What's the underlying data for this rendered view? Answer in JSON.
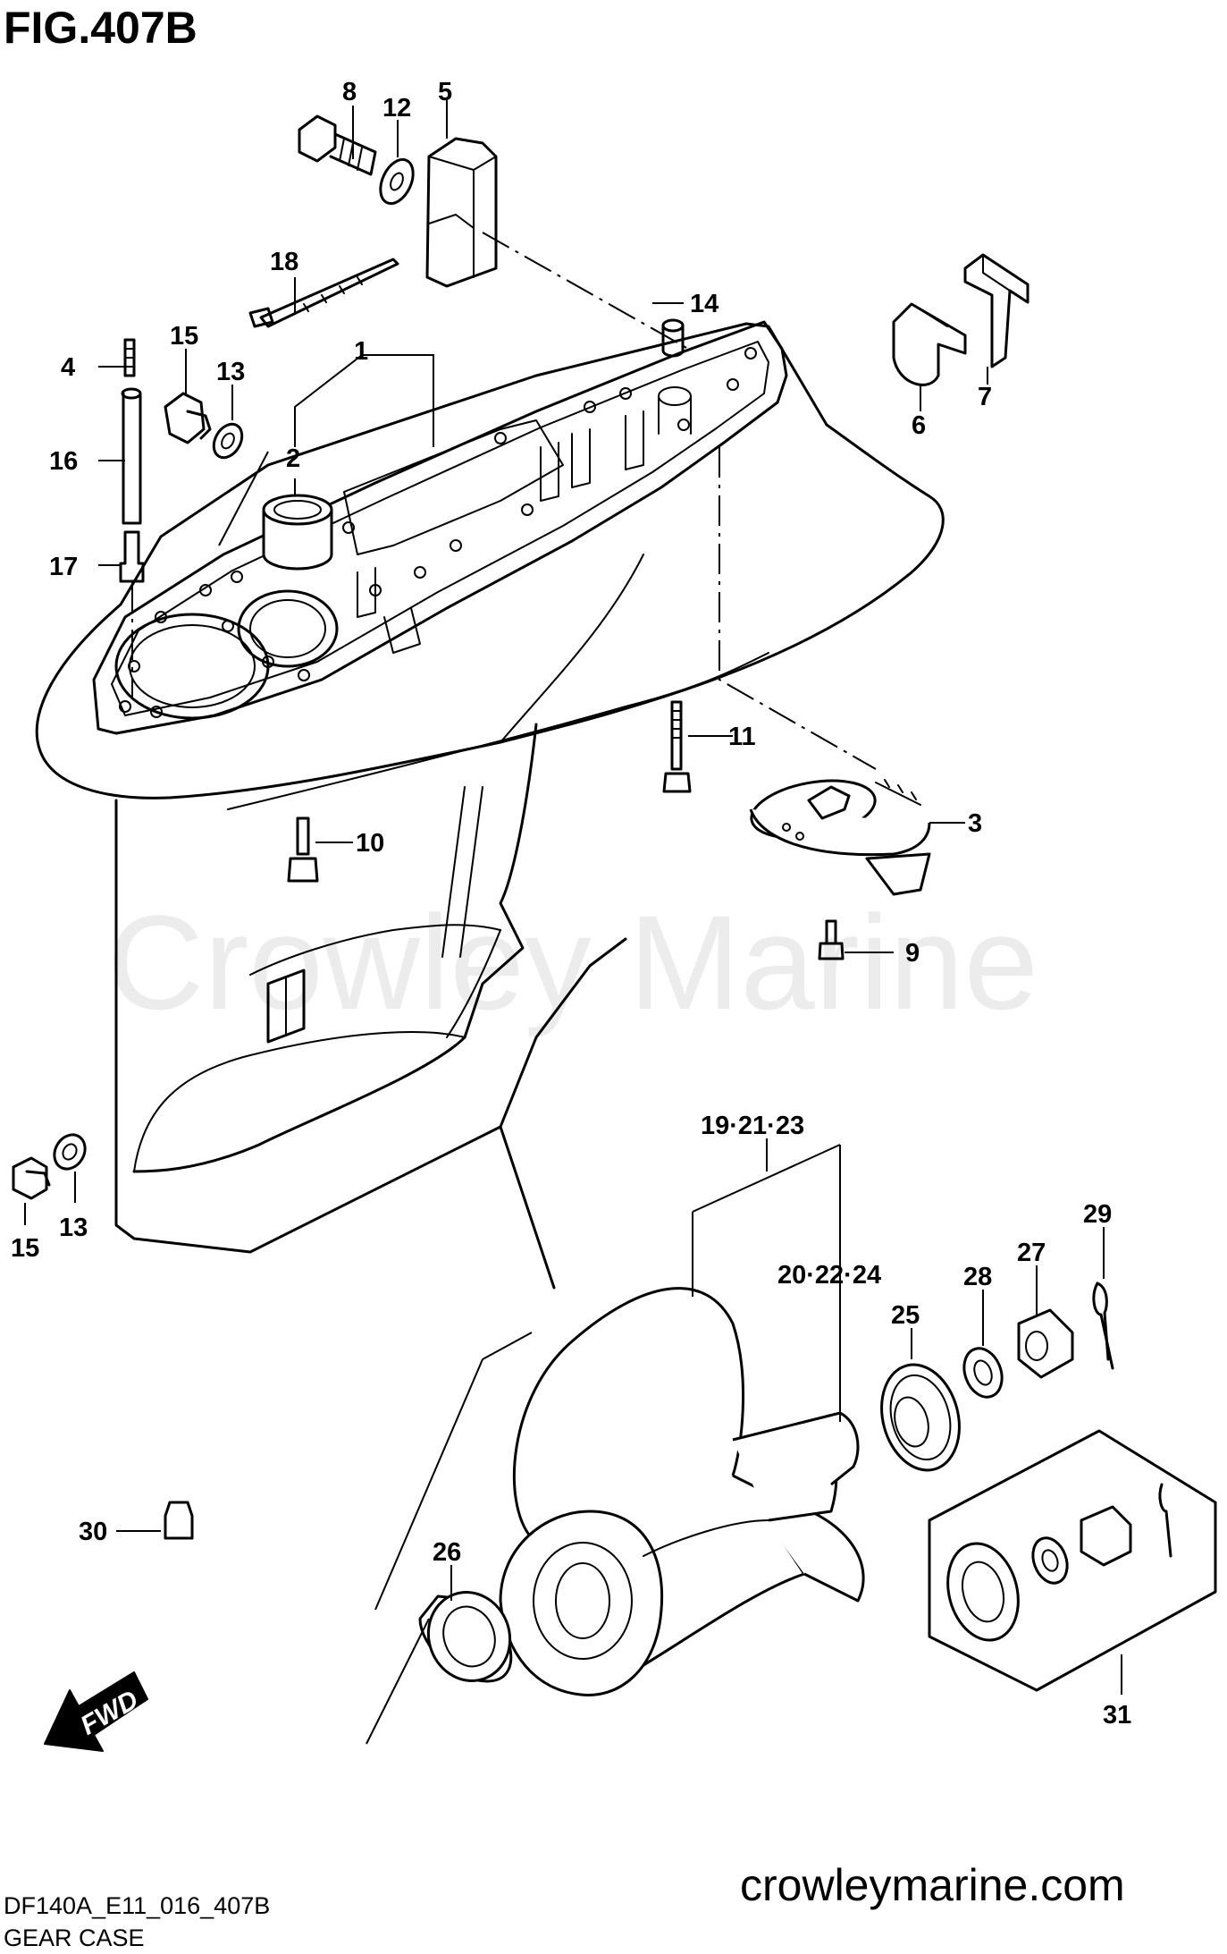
{
  "figure_title": "FIG.407B",
  "diagram_code": "DF140A_E11_016_407B",
  "section_name": "GEAR CASE",
  "website": "crowleymarine.com",
  "watermark": "Crowley Marine",
  "fwd_label": "FWD",
  "callouts": {
    "c1": "1",
    "c2": "2",
    "c3": "3",
    "c4": "4",
    "c5": "5",
    "c6": "6",
    "c7": "7",
    "c8": "8",
    "c9": "9",
    "c10": "10",
    "c11": "11",
    "c12": "12",
    "c13_top": "13",
    "c13_bottom": "13",
    "c14": "14",
    "c15_top": "15",
    "c15_bottom": "15",
    "c16": "16",
    "c17": "17",
    "c18": "18",
    "c19_21_23": "19·21·23",
    "c20_22_24": "20·22·24",
    "c25": "25",
    "c26": "26",
    "c27": "27",
    "c28": "28",
    "c29": "29",
    "c30": "30",
    "c31": "31"
  },
  "colors": {
    "ink": "#000000",
    "paper": "#ffffff"
  }
}
